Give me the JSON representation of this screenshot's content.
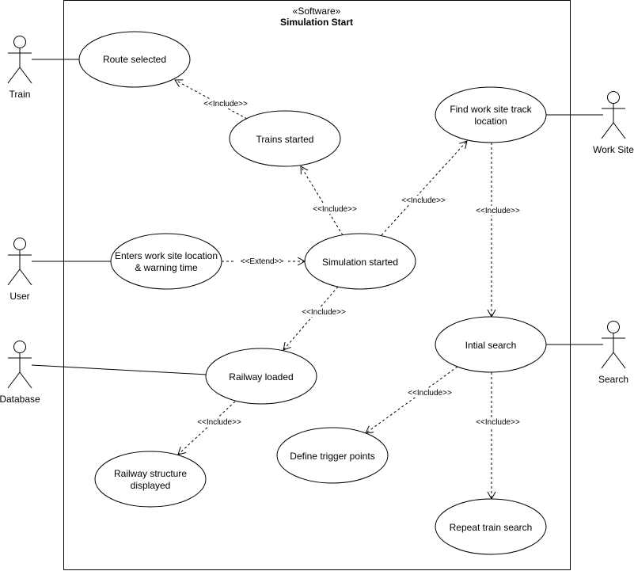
{
  "system": {
    "stereotype": "«Software»",
    "name": "Simulation Start"
  },
  "actors": {
    "train": "Train",
    "user": "User",
    "database": "Database",
    "work_site": "Work Site",
    "search": "Search"
  },
  "use_cases": {
    "route_selected": [
      "Route selected"
    ],
    "trains_started": [
      "Trains started"
    ],
    "find_track_location": [
      "Find work site track",
      "location"
    ],
    "enters_location": [
      "Enters work site location",
      "& warning time"
    ],
    "simulation_started": [
      "Simulation started"
    ],
    "railway_loaded": [
      "Railway loaded"
    ],
    "railway_displayed": [
      "Railway structure",
      "displayed"
    ],
    "initial_search": [
      "Intial search"
    ],
    "define_trigger_points": [
      "Define trigger points"
    ],
    "repeat_train_search": [
      "Repeat train search"
    ]
  },
  "relations": {
    "include": "<<Include>>",
    "extend": "<<Extend>>"
  }
}
